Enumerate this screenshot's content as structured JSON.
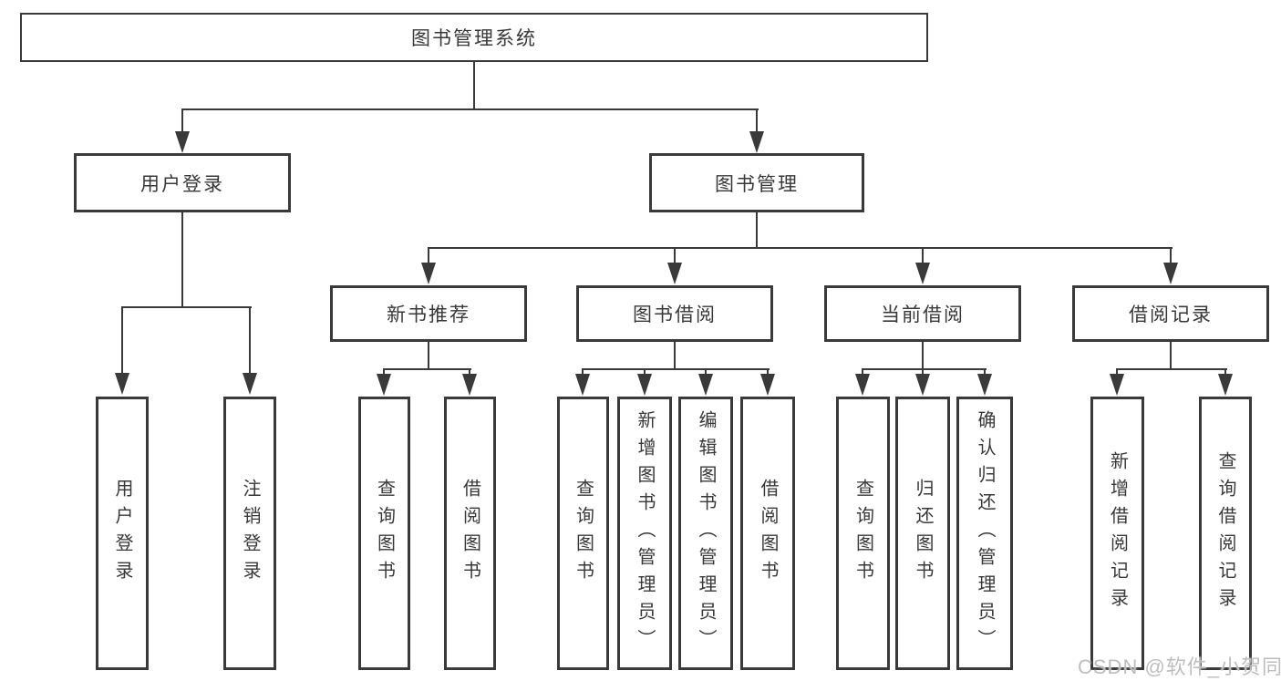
{
  "colors": {
    "line": "#3a3a3a",
    "text": "#383838",
    "background": "#ffffff",
    "watermark": "#bdbdbd"
  },
  "tree": {
    "root": {
      "label": "图书管理系统"
    },
    "branches": [
      {
        "label": "用户登录",
        "children": [
          {
            "label": "用户登录"
          },
          {
            "label": "注销登录"
          }
        ]
      },
      {
        "label": "图书管理",
        "children": [
          {
            "label": "新书推荐",
            "children": [
              {
                "label": "查询图书"
              },
              {
                "label": "借阅图书"
              }
            ]
          },
          {
            "label": "图书借阅",
            "children": [
              {
                "label": "查询图书"
              },
              {
                "label": "新增图书（管理员）"
              },
              {
                "label": "编辑图书（管理员）"
              },
              {
                "label": "借阅图书"
              }
            ]
          },
          {
            "label": "当前借阅",
            "children": [
              {
                "label": "查询图书"
              },
              {
                "label": "归还图书"
              },
              {
                "label": "确认归还（管理员）"
              }
            ]
          },
          {
            "label": "借阅记录",
            "children": [
              {
                "label": "新增借阅记录"
              },
              {
                "label": "查询借阅记录"
              }
            ]
          }
        ]
      }
    ]
  },
  "watermark": {
    "text": "CSDN @软件_小贺同学"
  }
}
